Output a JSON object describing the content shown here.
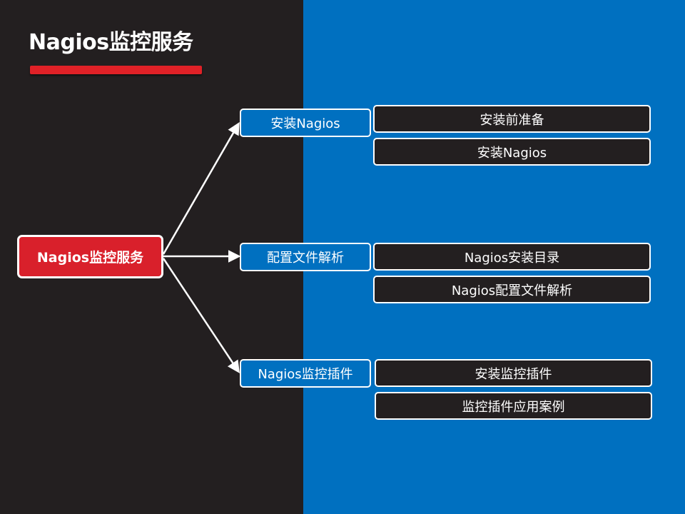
{
  "slide": {
    "title": "Nagios监控服务",
    "colors": {
      "dark_background": "#231f20",
      "blue_background": "#0070c0",
      "accent_red": "#e02127",
      "root_fill": "#d9202b",
      "line": "#ffffff"
    }
  },
  "diagram": {
    "root": "Nagios监控服务",
    "branches": [
      {
        "label": "安装Nagios",
        "children": [
          "安装前准备",
          "安装Nagios"
        ]
      },
      {
        "label": "配置文件解析",
        "children": [
          "Nagios安装目录",
          "Nagios配置文件解析"
        ]
      },
      {
        "label": "Nagios监控插件",
        "children": [
          "安装监控插件",
          "监控插件应用案例"
        ]
      }
    ]
  }
}
